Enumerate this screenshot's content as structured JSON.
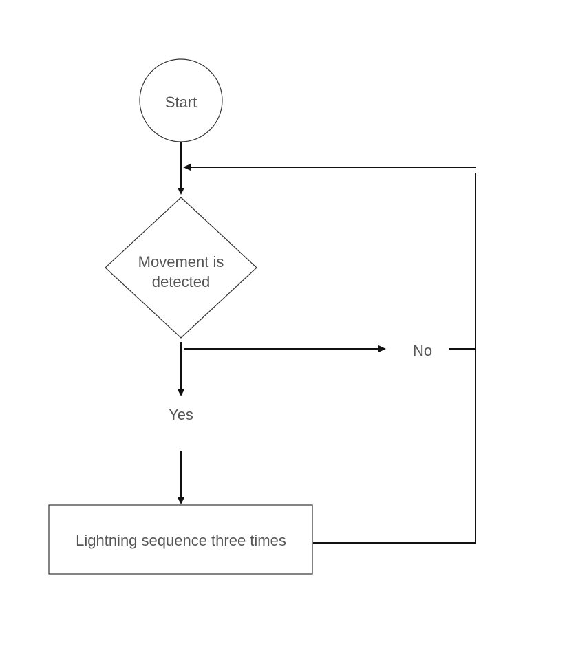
{
  "nodes": {
    "start": "Start",
    "decision_line1": "Movement is",
    "decision_line2": "detected",
    "yes_label": "Yes",
    "no_label": "No",
    "process": "Lightning sequence three times"
  }
}
